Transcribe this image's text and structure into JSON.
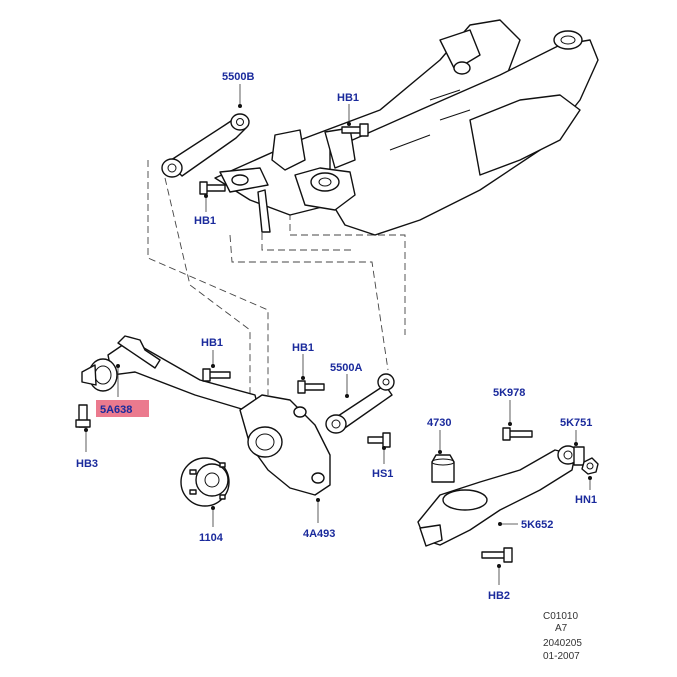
{
  "labels": {
    "p5500B": "5500B",
    "hb1_top": "HB1",
    "hb1_left": "HB1",
    "hb1_mid": "HB1",
    "hb1_right": "HB1",
    "p5500A": "5500A",
    "p5A638": "5A638",
    "hb3": "HB3",
    "hs1": "HS1",
    "p4730": "4730",
    "p5K978": "5K978",
    "p5K751": "5K751",
    "hn1": "HN1",
    "p5K652": "5K652",
    "hb2": "HB2",
    "p1104": "1104",
    "p4A493": "4A493"
  },
  "highlight_color": "#e8637a",
  "label_color": "#1a2a9c",
  "reference_block": {
    "line1": "C01010",
    "line2": "A7",
    "line3": "2040205",
    "line4": "01-2007"
  }
}
